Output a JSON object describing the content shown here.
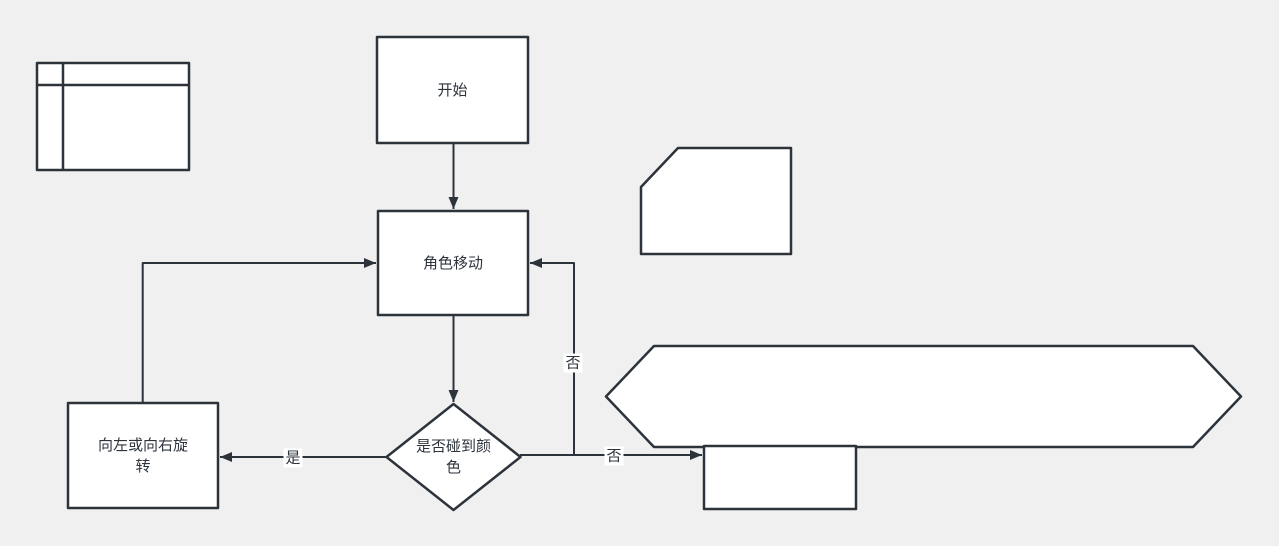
{
  "theme": {
    "canvas_bg": "#f0f0f0",
    "stroke": "#2d333b",
    "fill": "#ffffff",
    "text": "#2d333b",
    "label_bg": "#ffffff"
  },
  "nodes": {
    "start": {
      "label": "开始"
    },
    "move": {
      "label": "角色移动"
    },
    "decision": {
      "line1": "是否碰到颜",
      "line2": "色"
    },
    "rotate": {
      "line1": "向左或向右旋",
      "line2": "转"
    },
    "table_shape": {
      "label": ""
    },
    "card_shape": {
      "label": ""
    },
    "hexagon_shape": {
      "label": ""
    },
    "small_box": {
      "label": ""
    }
  },
  "edges": {
    "yes_label": "是",
    "no_label_right": "否",
    "no_label_up": "否"
  }
}
